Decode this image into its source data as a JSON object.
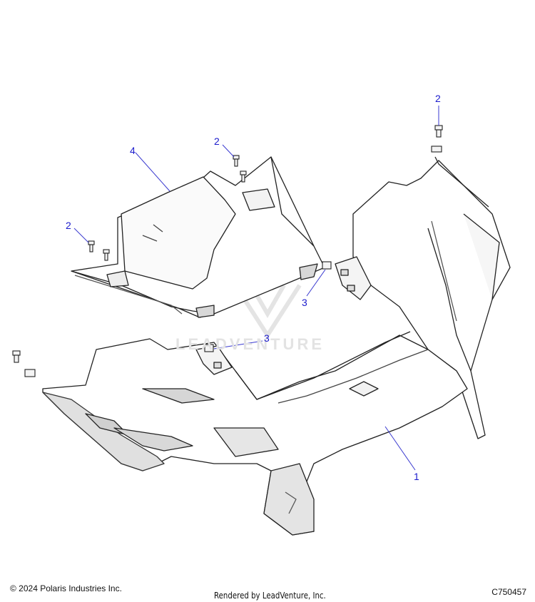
{
  "callouts": {
    "part_1": "1",
    "part_2_top": "2",
    "part_2_middle": "2",
    "part_2_left": "2",
    "part_3_right": "3",
    "part_3_center": "3",
    "part_4": "4"
  },
  "watermark": {
    "text": "LEADVENTURE"
  },
  "footer": {
    "copyright": "© 2024 Polaris Industries Inc.",
    "rendered_by": "Rendered by LeadVenture, Inc.",
    "diagram_id": "C750457"
  },
  "colors": {
    "callout": "#1a1acc",
    "leader": "#3a3ad0",
    "outline": "#222222",
    "shade": "#d8d8d8"
  }
}
